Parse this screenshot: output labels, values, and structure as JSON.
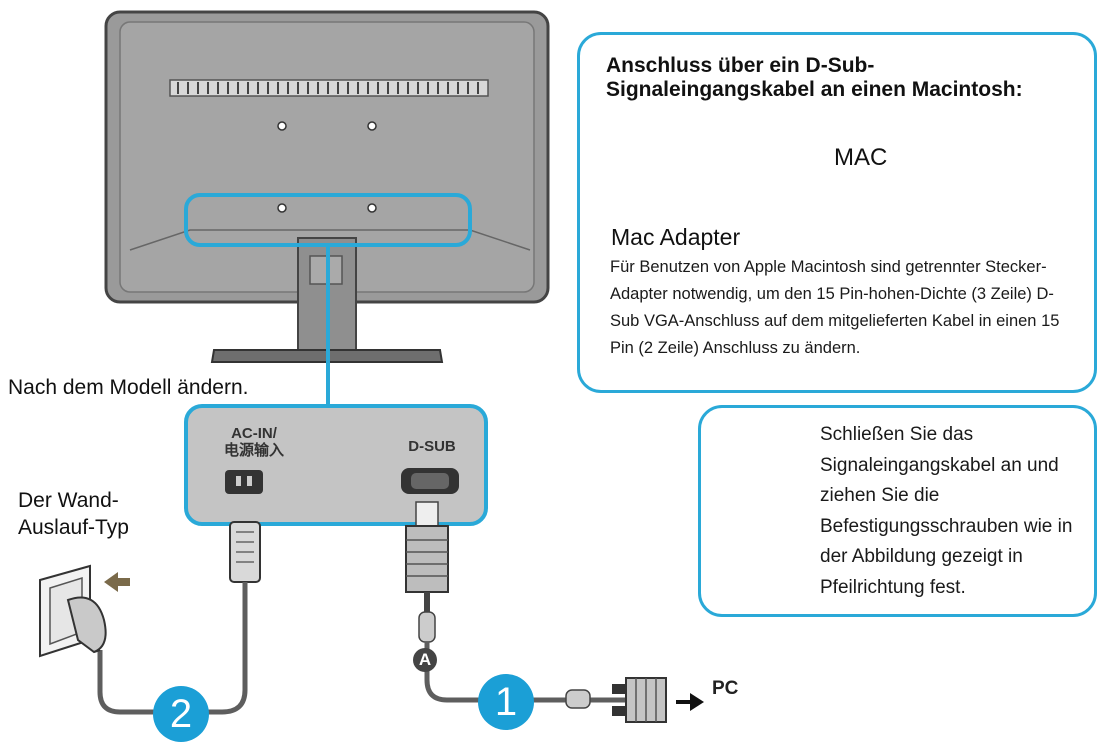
{
  "mac_callout": {
    "title": "Anschluss über ein D-Sub-Signaleingangskabel an einen Macintosh:",
    "target_label": "MAC",
    "adapter_label": "Mac Adapter",
    "description": "Für Benutzen von Apple Macintosh sind getrennter Stecker-Adapter notwendig, um den 15 Pin-hohen-Dichte (3 Zeile) D-Sub VGA-Anschluss auf dem mitgelieferten Kabel in einen 15 Pin (2 Zeile) Anschluss zu ändern."
  },
  "screw_callout": {
    "text": "Schließen Sie das Signaleingangskabel an und ziehen Sie die Befestigungsschrauben wie in der Abbildung gezeigt in Pfeilrichtung fest."
  },
  "model_note": "Nach dem Modell ändern.",
  "wall_outlet_label": "Der Wand-Auslauf-Typ",
  "ports": {
    "ac_in_line1": "AC-IN/",
    "ac_in_line2": "电源输入",
    "dsub": "D-SUB"
  },
  "steps": {
    "step1": "1",
    "step2": "2",
    "cable_a": "A"
  },
  "pc_label": "PC",
  "colors": {
    "accent": "#2aa9d8",
    "step_badge": "#1b9fd6",
    "monitor_body": "#9a9a9a",
    "monitor_edge": "#4a4a4a",
    "port_panel": "#c4c4c4",
    "cable": "#5e5e5e"
  }
}
